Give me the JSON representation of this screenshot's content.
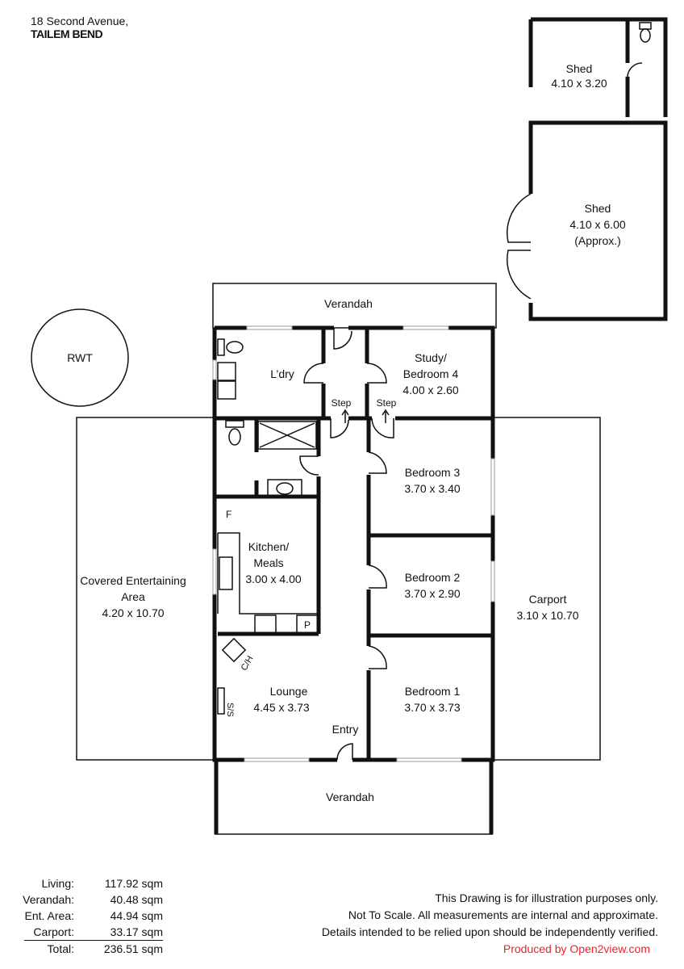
{
  "address": {
    "line1": "18 Second Avenue,",
    "line2": "TAILEM BEND"
  },
  "rooms": {
    "shed1": {
      "name": "Shed",
      "dims": "4.10 x 3.20"
    },
    "shed2": {
      "name": "Shed",
      "dims": "4.10  x 6.00",
      "note": "(Approx.)"
    },
    "verandah_top": {
      "name": "Verandah"
    },
    "rwt": {
      "name": "RWT"
    },
    "laundry": {
      "name": "L’dry"
    },
    "study": {
      "name": "Study/",
      "name2": "Bedroom 4",
      "dims": "4.00 x 2.60"
    },
    "step1": "Step",
    "step2": "Step",
    "bedroom3": {
      "name": "Bedroom 3",
      "dims": "3.70 x 3.40"
    },
    "kitchen": {
      "name": "Kitchen/",
      "name2": "Meals",
      "dims": "3.00 x 4.00",
      "fridge": "F",
      "pantry": "P"
    },
    "bedroom2": {
      "name": "Bedroom 2",
      "dims": "3.70 x 2.90"
    },
    "covered": {
      "name": "Covered Entertaining",
      "name2": "Area",
      "dims": "4.20 x 10.70"
    },
    "carport": {
      "name": "Carport",
      "dims": "3.10 x 10.70"
    },
    "lounge": {
      "name": "Lounge",
      "dims": "4.45 x 3.73",
      "ch": "C/H",
      "ss": "S/S"
    },
    "bedroom1": {
      "name": "Bedroom 1",
      "dims": "3.70 x 3.73"
    },
    "entry": "Entry",
    "verandah_bottom": {
      "name": "Verandah"
    }
  },
  "areas": [
    {
      "label": "Living:",
      "value": "117.92 sqm"
    },
    {
      "label": "Verandah:",
      "value": "40.48 sqm"
    },
    {
      "label": "Ent. Area:",
      "value": "44.94 sqm"
    },
    {
      "label": "Carport:",
      "value": "33.17 sqm"
    },
    {
      "label": "Total:",
      "value": "236.51 sqm"
    }
  ],
  "disclaimer": [
    "This Drawing is for illustration purposes only.",
    "Not To Scale. All measurements are internal and approximate.",
    "Details intended to be relied upon should be independently verified."
  ],
  "producer": "Produced by Open2view.com",
  "colors": {
    "producer": "#e8242a"
  }
}
